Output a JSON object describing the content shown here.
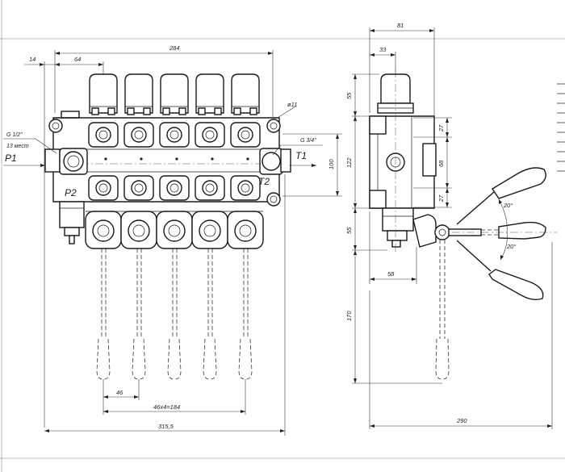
{
  "front_view": {
    "dims": {
      "overall_width": "284",
      "left_offset": "14",
      "first_spool_offset": "64",
      "total_base_width": "315,5",
      "spool_pitch": "46",
      "spool_span": "46x4=184",
      "port_spacing": "100",
      "mount_hole": "ø11"
    },
    "labels": {
      "p1": "P1",
      "p2": "P2",
      "t1": "T1",
      "t2": "T2",
      "thread_p": "G 1/2\"",
      "thread_p_note": "13 мест",
      "thread_t": "G 3/4\""
    }
  },
  "side_view": {
    "dims": {
      "overall_depth": "81",
      "cap_offset": "33",
      "cap_height": "55",
      "body_height": "122",
      "upper_port": "27",
      "port_center": "68",
      "lower_port": "27",
      "lower_height": "55",
      "base_depth": "58",
      "handle_length": "170",
      "handle_reach": "290",
      "handle_angle_up": "20°",
      "handle_angle_down": "20°"
    }
  }
}
